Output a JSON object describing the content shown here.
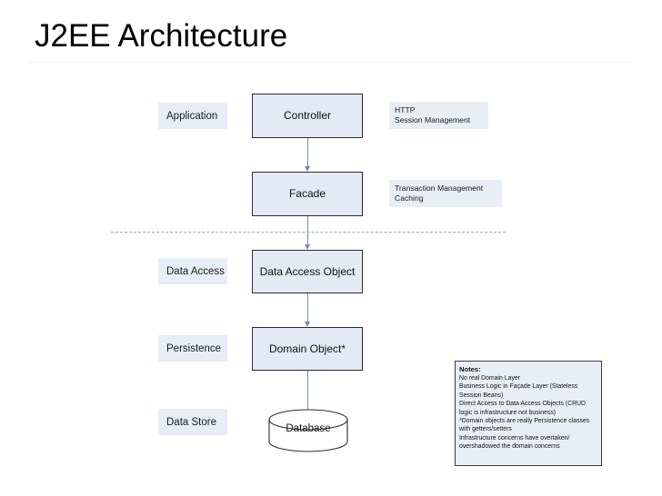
{
  "slide": {
    "title": "J2EE Architecture"
  },
  "layers": [
    {
      "name": "application",
      "label": "Application"
    },
    {
      "name": "data-access",
      "label": "Data Access"
    },
    {
      "name": "persistence",
      "label": "Persistence"
    },
    {
      "name": "data-store",
      "label": "Data Store"
    }
  ],
  "nodes": [
    {
      "name": "controller",
      "label": "Controller"
    },
    {
      "name": "facade",
      "label": "Facade"
    },
    {
      "name": "data-access-object",
      "label": "Data Access Object"
    },
    {
      "name": "domain-object",
      "label": "Domain Object*"
    },
    {
      "name": "database",
      "label": "Database"
    }
  ],
  "side_notes": [
    {
      "name": "http-session-note",
      "line1": "HTTP",
      "line2": "Session Management"
    },
    {
      "name": "transaction-note",
      "line1": "Transaction Management",
      "line2": "Caching"
    }
  ],
  "notes": {
    "title": "Notes:",
    "lines": [
      "No real Domain Layer",
      "Business Logic in Façade Layer (Stateless",
      "Session Beans)",
      "Direct Access to Data Access Objects (CRUD",
      "logic is infrastructure not business)",
      "*Domain objects are really Persistence classes",
      "with getters/setters",
      "Infrastructure concerns have overtaken/",
      "overshadowed the domain concerns"
    ]
  },
  "colors": {
    "node_fill": "#e3eaf5",
    "node_border": "#2b2b2b",
    "label_fill": "#e7edf6",
    "connector": "#7a8aa6",
    "divider": "#98a8c2",
    "title_text": "#000000"
  }
}
